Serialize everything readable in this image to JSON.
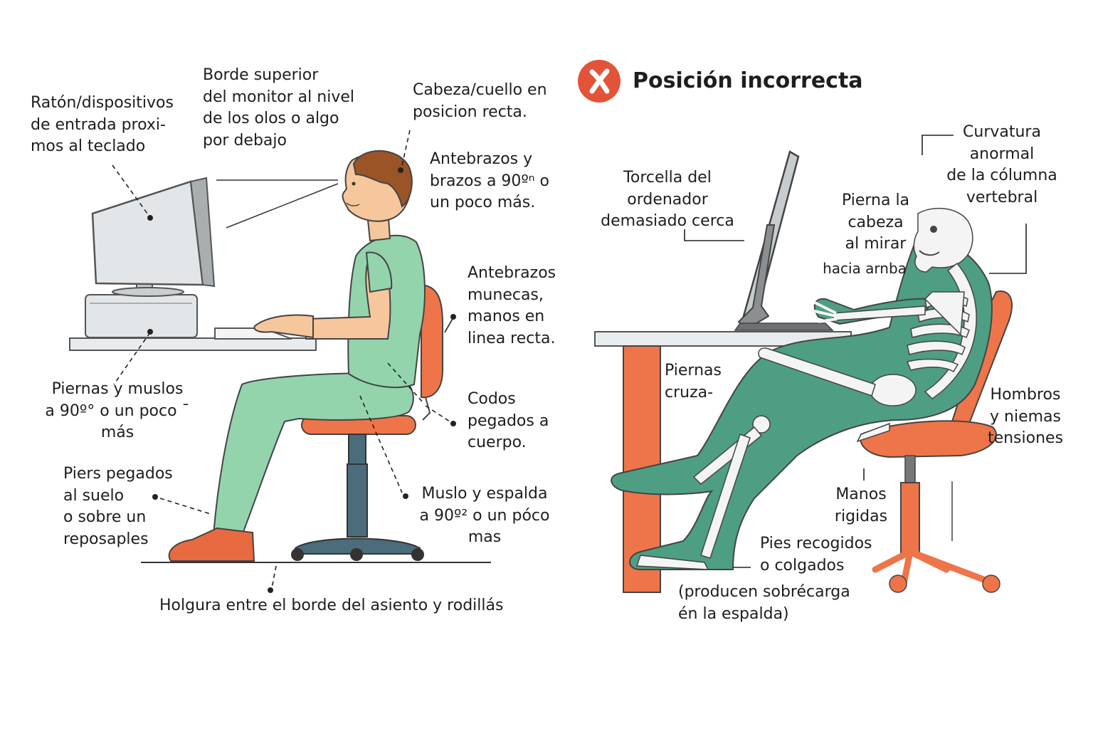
{
  "correct": {
    "labels": {
      "mouse": "Ratón/dispositivos\nde entrada proxi-\nmos al teclado",
      "monitor": "Borde superior\ndel monitor al nivel\nde los olos o algo\npor debajo",
      "head": "Cabeza/cuello en\nposicion recta.",
      "forearms_arms": "Antebrazos y\nbrazos a 90ºⁿ o\nun poco más.",
      "wrists": "Antebrazos\nmunecas,\nmanos en\nlinea recta.",
      "legs": "Piernas y muslos\na 90º° o un poco ˉ\nmás",
      "elbows": "Codos\npegados a\ncuerpo.",
      "feet": "Piers pegados\nal suelo\no sobre un\nreposaples",
      "thigh_back": "Muslo y espalda\na 90º² o un póco\nmas",
      "clearance": "Holgura entre el borde del asiento y rodillás"
    }
  },
  "incorrect": {
    "title": "Posición incorrecta",
    "badge_icon": "x-mark-icon",
    "labels": {
      "screen_close": "Torcella del\nordenador\ndemasiado cerca",
      "spine": "Curvatura\nanormal\nde la cólumna\nvertebral",
      "head_up": "Pierna la\ncabeza\nal mirar",
      "head_up_small": "hacia arnba",
      "crossed_legs": "Piernas\ncruza-",
      "shoulders": "Hombros\ny niemas\ntensiones",
      "hands": "Manos\nrigidas",
      "feet": "Pies recogidos\no colgados",
      "feet_note": "(producen sobrécarga\nén la espalda)"
    }
  },
  "colors": {
    "accent_orange": "#ee7549",
    "scrubs_green": "#93d4ad",
    "skeleton_green": "#4e9e83",
    "hair_brown": "#9b5425",
    "skin": "#f6c79c",
    "chair_base": "#4b6c7a",
    "badge_red": "#e2543a"
  }
}
